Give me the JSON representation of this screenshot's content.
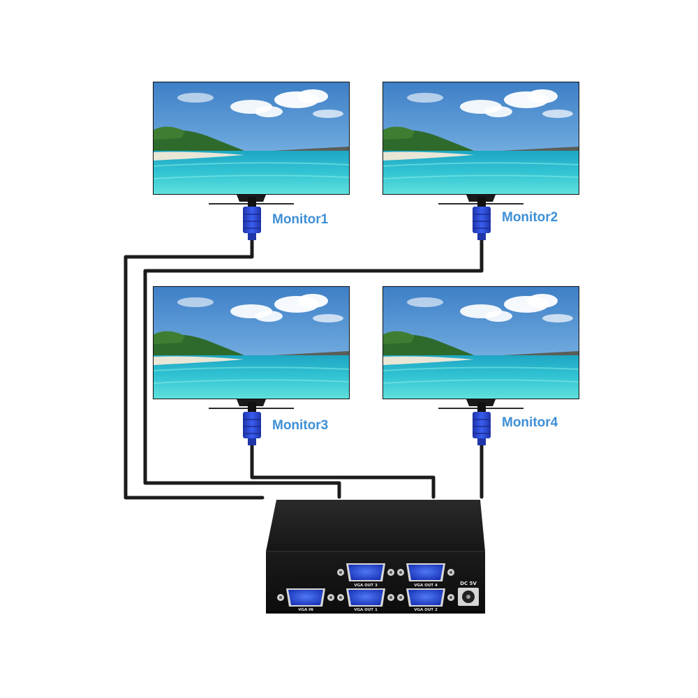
{
  "monitors": [
    {
      "label": "Monitor1"
    },
    {
      "label": "Monitor2"
    },
    {
      "label": "Monitor3"
    },
    {
      "label": "Monitor4"
    }
  ],
  "splitter": {
    "ports": {
      "vga_in": "VGA IN",
      "vga_out_1": "VGA OUT 1",
      "vga_out_2": "VGA OUT 2",
      "vga_out_3": "VGA OUT 3",
      "vga_out_4": "VGA OUT 4",
      "dc_in": "DC 5V"
    }
  },
  "colors": {
    "label": "#3d8fd6",
    "connector": "#2f4fd6",
    "cable": "#1c1c1c",
    "splitter_body": "#141414"
  }
}
